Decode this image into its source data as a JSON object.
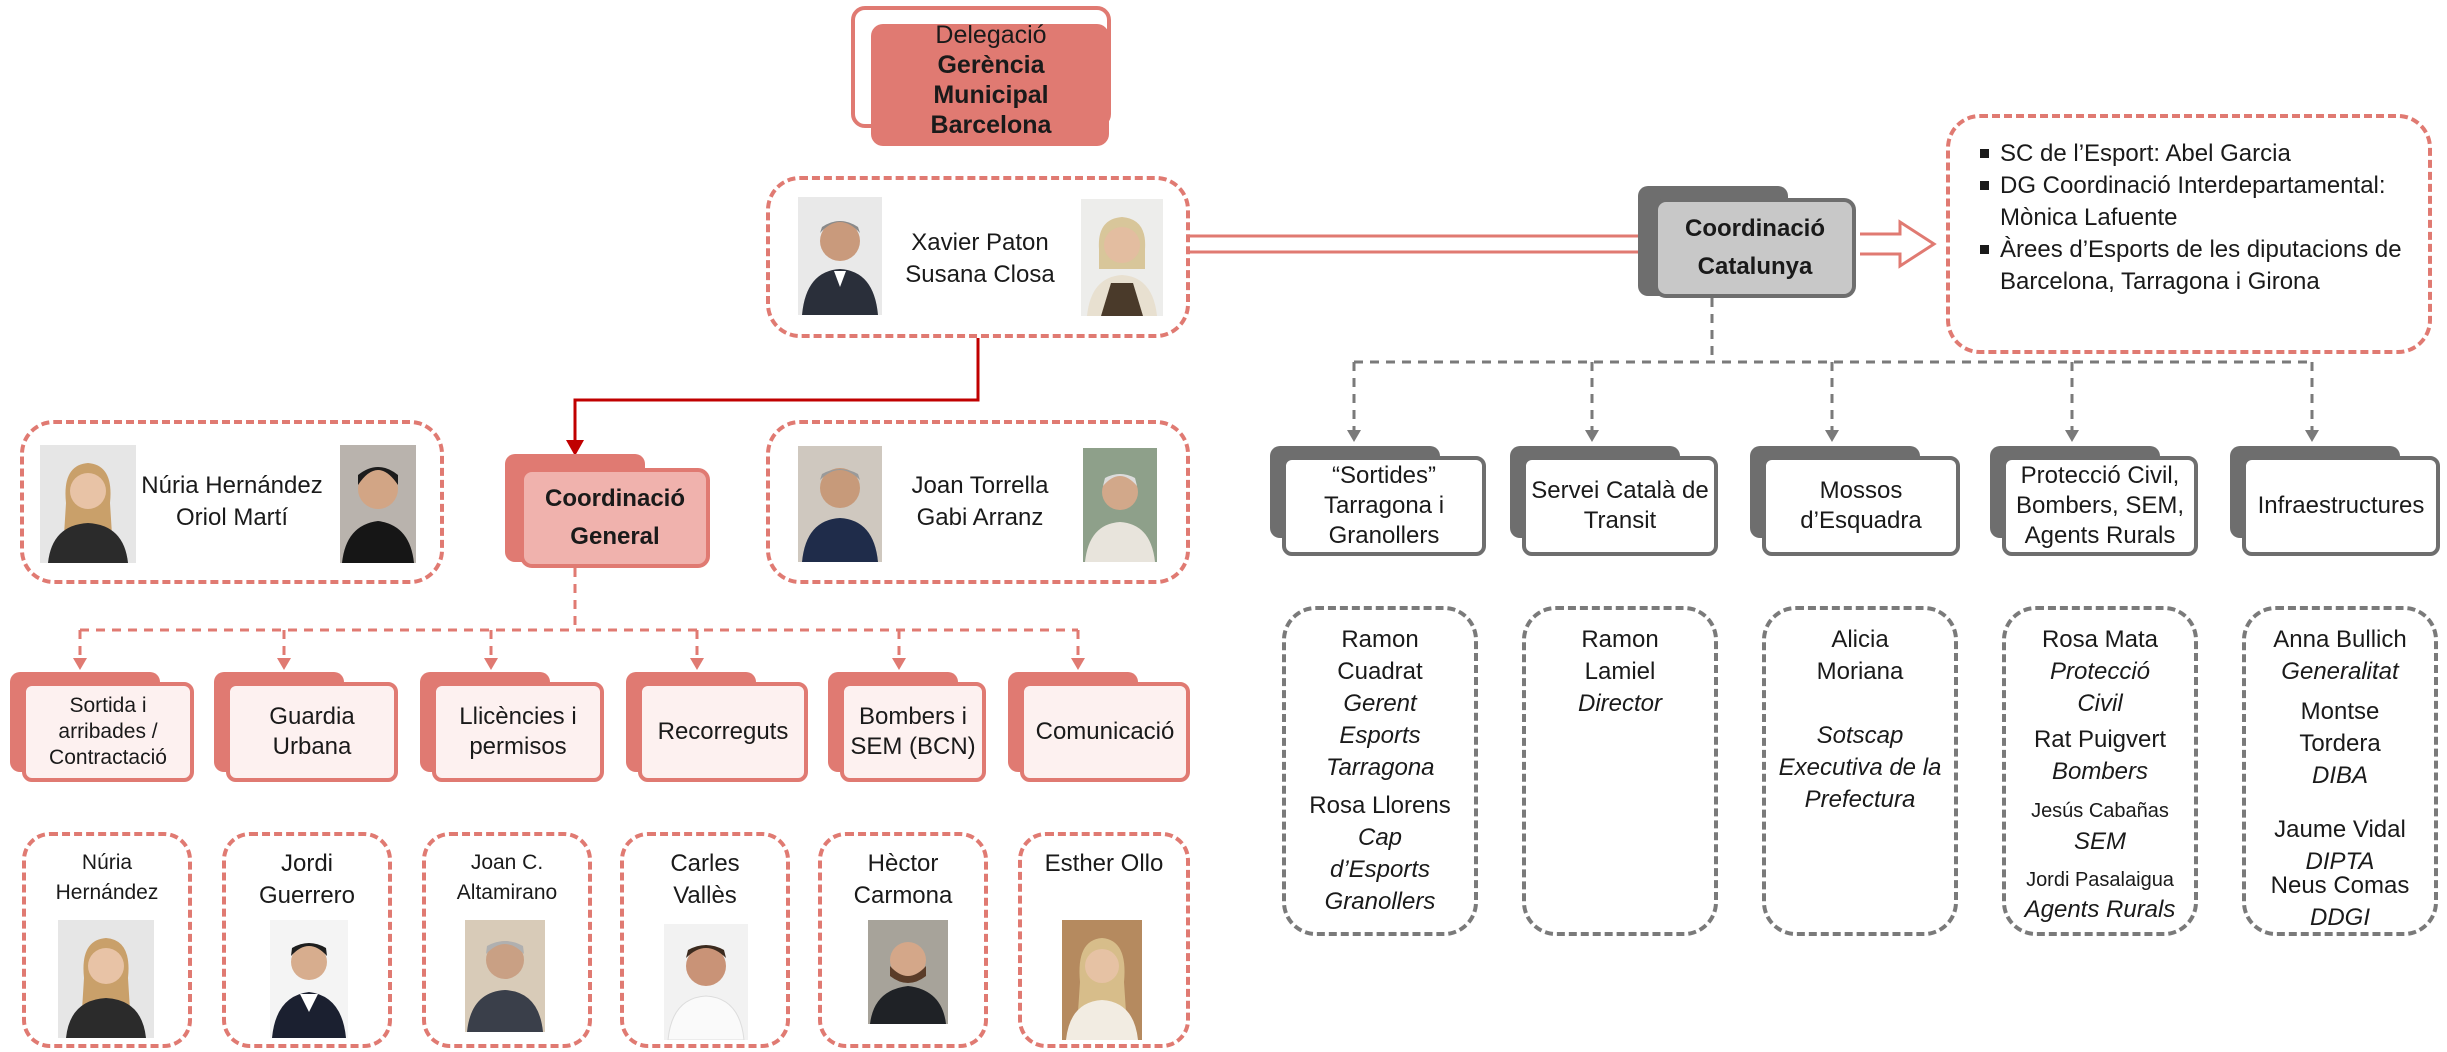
{
  "top": {
    "line1": "Delegació",
    "line2": "Gerència",
    "line3": "Municipal",
    "line4": "Barcelona"
  },
  "leaders": {
    "name1": "Xavier Paton",
    "name2": "Susana Closa"
  },
  "coord_general": {
    "line1": "Coordinació",
    "line2": "General"
  },
  "left_pair": {
    "name1": "Núria Hernández",
    "name2": "Oriol Martí"
  },
  "right_pair": {
    "name1": "Joan Torrella",
    "name2": "Gabi Arranz"
  },
  "coord_catalunya": {
    "line1": "Coordinació",
    "line2": "Catalunya"
  },
  "catalunya_list": [
    "SC de l’Esport: Abel Garcia",
    "DG Coordinació Interdepartamental: Mònica Lafuente",
    "Àrees d’Esports de les diputacions de Barcelona, Tarragona i Girona"
  ],
  "bcn_areas": [
    {
      "label": "Sortida i arribades / Contractació",
      "person": "Núria Hernández"
    },
    {
      "label": "Guardia Urbana",
      "person": "Jordi Guerrero"
    },
    {
      "label": "Llicències i permisos",
      "person": "Joan C. Altamirano"
    },
    {
      "label": "Recorreguts",
      "person": "Carles Vallès"
    },
    {
      "label": "Bombers i SEM (BCN)",
      "person": "Hèctor Carmona"
    },
    {
      "label": "Comunicació",
      "person": "Esther Ollo"
    }
  ],
  "cat_areas": [
    {
      "label": "“Sortides” Tarragona i Granollers",
      "people": [
        {
          "name": "Ramon Cuadrat",
          "role": "Gerent Esports Tarragona"
        },
        {
          "name": "Rosa Llorens",
          "role": "Cap d’Esports Granollers"
        }
      ]
    },
    {
      "label": "Servei Català de Transit",
      "people": [
        {
          "name": "Ramon Lamiel",
          "role": "Director"
        }
      ]
    },
    {
      "label": "Mossos d’Esquadra",
      "people": [
        {
          "name": "Alicia Moriana",
          "role": "Sotscap Executiva de la Prefectura"
        }
      ]
    },
    {
      "label": "Protecció Civil, Bombers, SEM, Agents Rurals",
      "people": [
        {
          "name": "Rosa Mata",
          "role": "Protecció Civil"
        },
        {
          "name": "Rat Puigvert",
          "role": "Bombers"
        },
        {
          "name": "Jesús Cabañas",
          "role": "SEM"
        },
        {
          "name": "Jordi Pasalaigua",
          "role": "Agents Rurals"
        }
      ]
    },
    {
      "label": "Infraestructures",
      "people": [
        {
          "name": "Anna Bullich",
          "role": "Generalitat"
        },
        {
          "name": "Montse Tordera",
          "role": "DIBA"
        },
        {
          "name": "Jaume Vidal",
          "role": "DIPTA"
        },
        {
          "name": "Neus Comas",
          "role": "DDGI"
        }
      ]
    }
  ],
  "colors": {
    "pink": "#e07a72",
    "pink_light": "#fdf1f0",
    "dark_red": "#c00000",
    "grey": "#6e6e6e",
    "grey_light": "#c8c8c8"
  },
  "icons": [
    "portrait-photo",
    "arrow-down",
    "arrow-right",
    "bullet-square"
  ]
}
